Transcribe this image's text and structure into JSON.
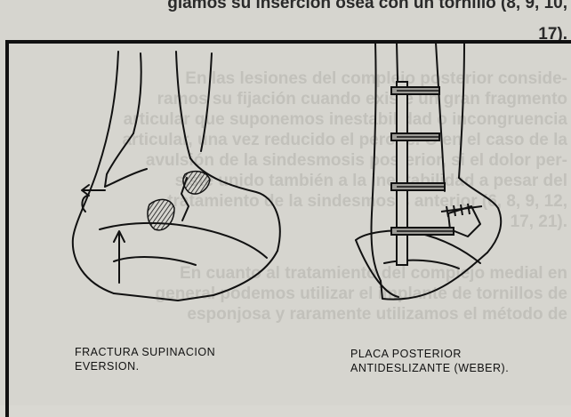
{
  "background_text": {
    "line_top": "glamos su inserción ósea con un tornillo (8, 9, 10,",
    "line_top2": "17).",
    "paragraph1": [
      "En las lesiones del complejo posterior conside-",
      "ramos su fijación cuando existe un gran fragmento",
      "articular que suponemos inestabilidad o incongruencia",
      "articular, una vez reducido el peroné. O en el caso de la",
      "avulsión de la sindesmosis posterior, si el dolor per-",
      "siste unido también a la inestabilidad a pesar del",
      "tratamiento de la sindesmosis anterior (6, 8, 9, 12,",
      "17, 21)."
    ],
    "paragraph2": [
      "En cuanto al tratamiento del complejo medial en",
      "general podemos utilizar el implante de tornillos de",
      "esponjosa y raramente utilizamos el método de"
    ]
  },
  "figure": {
    "left_caption_line1": "FRACTURA SUPINACION",
    "left_caption_line2": "EVERSION.",
    "right_caption_line1": "PLACA POSTERIOR",
    "right_caption_line2": "ANTIDESLIZANTE (WEBER)."
  },
  "colors": {
    "ink": "#111111",
    "paper": "#d6d5cf",
    "faded_text": "#c2c1bb"
  }
}
